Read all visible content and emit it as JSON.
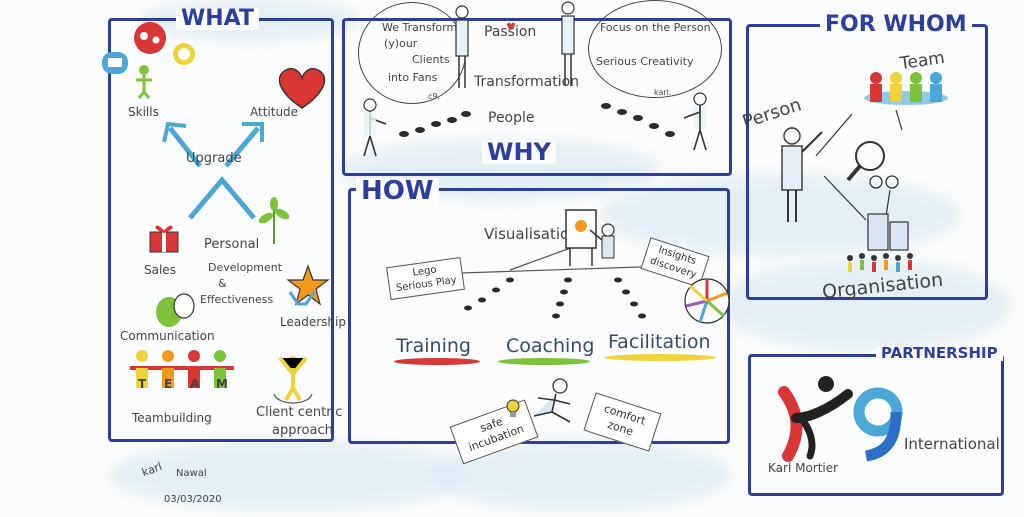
{
  "colors": {
    "panel_border": "#2d3f9e",
    "accent_red": "#d93636",
    "accent_green": "#7cc23a",
    "accent_yellow": "#f0d23a",
    "accent_orange": "#f39a1e",
    "arrow_blue": "#4aa7d8"
  },
  "what": {
    "title": "WHAT",
    "skills": "Skills",
    "attitude": "Attitude",
    "upgrade": "Upgrade",
    "sales": "Sales",
    "personal": "Personal",
    "development": "Development",
    "amp": "&",
    "effectiveness": "Effectiveness",
    "communication": "Communication",
    "leadership": "Leadership",
    "team_letters": [
      "T",
      "E",
      "A",
      "M"
    ],
    "teambuilding": "Teambuilding",
    "client_centric": "Client centric",
    "approach": "approach"
  },
  "why": {
    "title": "WHY",
    "bubble_left": [
      "We Transform",
      "(y)our",
      "Clients",
      "into Fans"
    ],
    "bubble_left_sig": "c9.",
    "passion": "Passion",
    "transformation": "Transformation",
    "people": "People",
    "bubble_right": [
      "Focus on the Person",
      "Serious Creativity"
    ],
    "bubble_right_sig": "karl."
  },
  "how": {
    "title": "HOW",
    "lego": [
      "Lego",
      "Serious Play"
    ],
    "visualisation": "Visualisation",
    "insights": [
      "Insights",
      "discovery"
    ],
    "training": "Training",
    "coaching": "Coaching",
    "facilitation": "Facilitation",
    "safe_incubation": [
      "safe",
      "incubation"
    ],
    "comfort_zone": [
      "comfort",
      "zone"
    ]
  },
  "for_whom": {
    "title": "FOR WHOM",
    "team": "Team",
    "person": "Person",
    "organisation": "Organisation"
  },
  "partnership": {
    "title": "PARTNERSHIP",
    "karl_mortier": "Karl Mortier",
    "international": "International",
    "nine_logo": "9"
  },
  "footer": {
    "signature_karl": "karl",
    "signature_nawal": "Nawal",
    "date": "03/03/2020"
  }
}
